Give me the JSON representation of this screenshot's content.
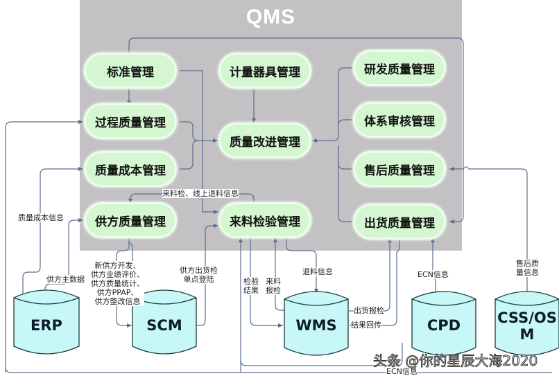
{
  "diagram": {
    "title": "QMS",
    "modules": {
      "standard": "标准管理",
      "measuring": "计量器具管理",
      "rd_quality": "研发质量管理",
      "process_quality": "过程质量管理",
      "quality_improvement": "质量改进管理",
      "system_audit": "体系审核管理",
      "quality_cost": "质量成本管理",
      "after_sales_quality": "售后质量管理",
      "supplier_quality": "供方质量管理",
      "incoming_inspection": "来料检验管理",
      "shipment_quality": "出货质量管理"
    },
    "systems": {
      "erp": "ERP",
      "scm": "SCM",
      "wms": "WMS",
      "cpd": "CPD",
      "css_line1": "CSS/OS",
      "css_line2": "M"
    },
    "flow_labels": {
      "incoming_return_info": "来料检、线上退料信息",
      "quality_cost_info": "质量成本信息",
      "supplier_master_data": "供方主数据",
      "supplier_info_1": "新供方开发、",
      "supplier_info_2": "供方业绩评价、",
      "supplier_info_3": "供方质量统计、",
      "supplier_info_4": "供方PPAP、",
      "supplier_info_5": "供方整改信息",
      "supplier_shipment_1": "供方出货检",
      "supplier_shipment_2": "单点登陆",
      "inspection_result_1": "检验",
      "inspection_result_2": "结果",
      "incoming_report_1": "来料",
      "incoming_report_2": "报检",
      "return_info": "退料信息",
      "shipment_report": "出货报检",
      "result_return": "结果回传",
      "ecn_info_cpd": "ECN信息",
      "after_sales_info_1": "售后质",
      "after_sales_info_2": "量信息",
      "ecn_info_bottom": "ECN信息"
    },
    "watermark": "头条 @你的星辰大海2020"
  },
  "colors": {
    "panel": "#c3c1c4",
    "module_fill": "#d4f7d2",
    "db_fill": "#c8f7f7",
    "line": "#5a6d8c"
  }
}
